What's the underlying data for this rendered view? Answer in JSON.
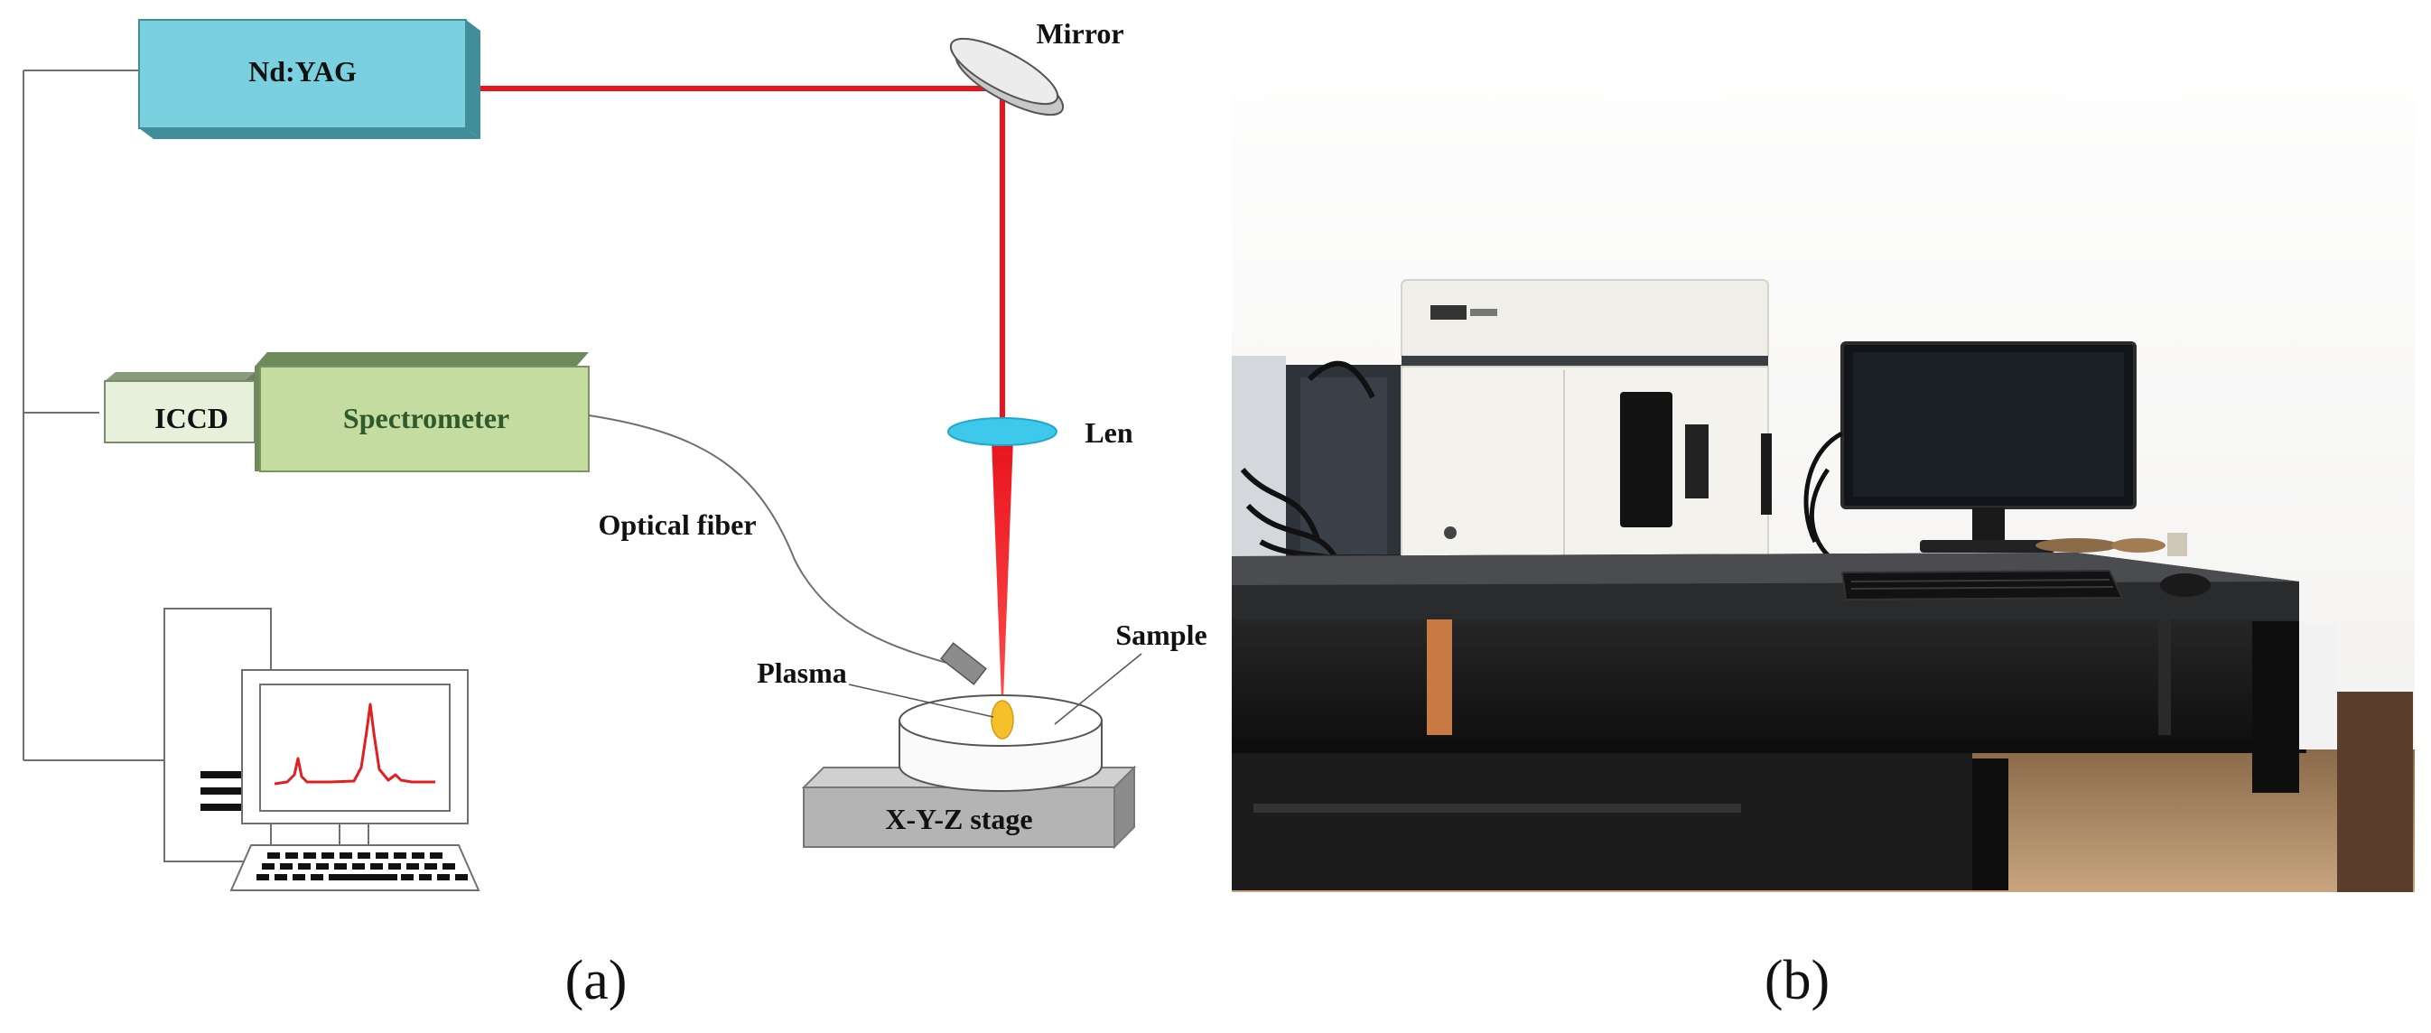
{
  "panel_a": {
    "laser_label": "Nd:YAG",
    "mirror_label": "Mirror",
    "iccd_label": "ICCD",
    "spectrometer_label": "Spectrometer",
    "lens_label": "Len",
    "fiber_label": "Optical fiber",
    "sample_label": "Sample",
    "plasma_label": "Plasma",
    "stage_label": "X-Y-Z stage",
    "caption": "(a)"
  },
  "panel_b": {
    "caption": "(b)"
  },
  "colors": {
    "laser_beam": "#e8141e",
    "laser_box": "#7ad0de",
    "spectrometer_box": "#c4dca0",
    "iccd_box": "#e6f0da",
    "lens": "#3ec8ec",
    "plasma": "#f5c02a",
    "stage": "#b4b4b4",
    "spectrum_line": "#e0201e"
  }
}
